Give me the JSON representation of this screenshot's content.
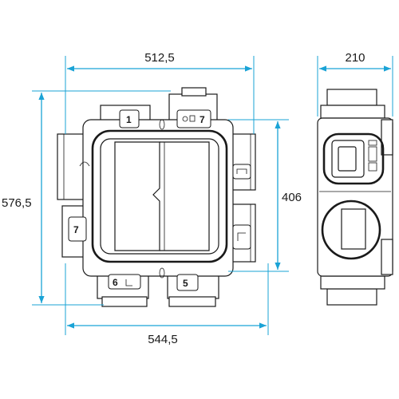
{
  "dimensions": {
    "top_width": "512,5",
    "bottom_width": "544,5",
    "left_height": "576,5",
    "center_height": "406",
    "side_width": "210"
  },
  "port_numbers": {
    "top_left": "1",
    "top_right": "7",
    "left": "7",
    "bottom_left": "6",
    "bottom_right": "5"
  },
  "colors": {
    "dimension_line": "#1aa3d6",
    "outline": "#1a1a1a",
    "background": "#ffffff"
  }
}
